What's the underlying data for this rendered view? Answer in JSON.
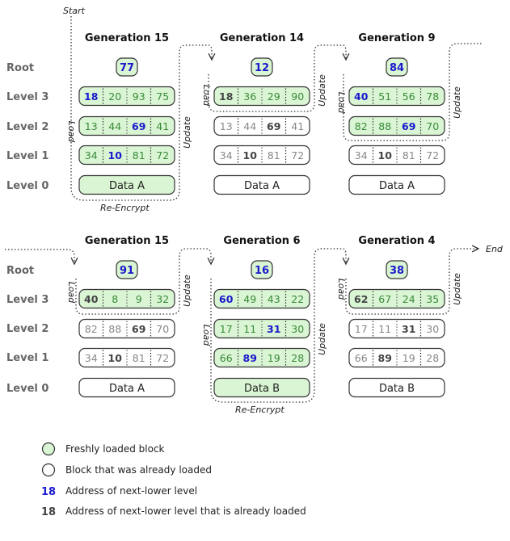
{
  "row_labels": [
    "Root",
    "Level 3",
    "Level 2",
    "Level 1",
    "Level 0"
  ],
  "annotations": {
    "start": "Start",
    "end": "End",
    "load": "Load",
    "update": "Update",
    "reencrypt": "Re-Encrypt"
  },
  "generations": [
    {
      "title": "Generation 15",
      "root": "77",
      "levels": [
        {
          "cells": [
            "18",
            "20",
            "93",
            "75"
          ],
          "addr": 0,
          "fresh": true
        },
        {
          "cells": [
            "13",
            "44",
            "69",
            "41"
          ],
          "addr": 2,
          "fresh": true
        },
        {
          "cells": [
            "34",
            "10",
            "81",
            "72"
          ],
          "addr": 1,
          "fresh": true
        }
      ],
      "data": "Data A",
      "data_fresh": true,
      "addr_type": "new"
    },
    {
      "title": "Generation 14",
      "root": "12",
      "levels": [
        {
          "cells": [
            "18",
            "36",
            "29",
            "90"
          ],
          "addr": 0,
          "fresh": true
        },
        {
          "cells": [
            "13",
            "44",
            "69",
            "41"
          ],
          "addr": 2,
          "fresh": false
        },
        {
          "cells": [
            "34",
            "10",
            "81",
            "72"
          ],
          "addr": 1,
          "fresh": false
        }
      ],
      "data": "Data A",
      "data_fresh": false,
      "addr_type": "old"
    },
    {
      "title": "Generation 9",
      "root": "84",
      "levels": [
        {
          "cells": [
            "40",
            "51",
            "56",
            "78"
          ],
          "addr": 0,
          "fresh": true
        },
        {
          "cells": [
            "82",
            "88",
            "69",
            "70"
          ],
          "addr": 2,
          "fresh": true
        },
        {
          "cells": [
            "34",
            "10",
            "81",
            "72"
          ],
          "addr": 1,
          "fresh": false
        }
      ],
      "data": "Data A",
      "data_fresh": false,
      "addr_type": "mixed"
    },
    {
      "title": "Generation 15",
      "root": "91",
      "levels": [
        {
          "cells": [
            "40",
            "8",
            "9",
            "32"
          ],
          "addr": 0,
          "fresh": true
        },
        {
          "cells": [
            "82",
            "88",
            "69",
            "70"
          ],
          "addr": 2,
          "fresh": false
        },
        {
          "cells": [
            "34",
            "10",
            "81",
            "72"
          ],
          "addr": 1,
          "fresh": false
        }
      ],
      "data": "Data A",
      "data_fresh": false,
      "addr_type": "old"
    },
    {
      "title": "Generation 6",
      "root": "16",
      "levels": [
        {
          "cells": [
            "60",
            "49",
            "43",
            "22"
          ],
          "addr": 0,
          "fresh": true
        },
        {
          "cells": [
            "17",
            "11",
            "31",
            "30"
          ],
          "addr": 2,
          "fresh": true
        },
        {
          "cells": [
            "66",
            "89",
            "19",
            "28"
          ],
          "addr": 1,
          "fresh": true
        }
      ],
      "data": "Data B",
      "data_fresh": true,
      "addr_type": "new"
    },
    {
      "title": "Generation 4",
      "root": "38",
      "levels": [
        {
          "cells": [
            "62",
            "67",
            "24",
            "35"
          ],
          "addr": 0,
          "fresh": true
        },
        {
          "cells": [
            "17",
            "11",
            "31",
            "30"
          ],
          "addr": 2,
          "fresh": false
        },
        {
          "cells": [
            "66",
            "89",
            "19",
            "28"
          ],
          "addr": 1,
          "fresh": false
        }
      ],
      "data": "Data B",
      "data_fresh": false,
      "addr_type": "old"
    }
  ],
  "legend": [
    {
      "kind": "fresh-block",
      "text": "Freshly loaded block"
    },
    {
      "kind": "loaded-block",
      "text": "Block that was already loaded"
    },
    {
      "kind": "addr-new",
      "symbol": "18",
      "text": "Address of next-lower level"
    },
    {
      "kind": "addr-old",
      "symbol": "18",
      "text": "Address of next-lower level that is already loaded"
    }
  ],
  "colors": {
    "fresh_fill": "#d9f5d3",
    "addr_new": "#1a1acc",
    "addr_old": "#444444",
    "border": "#333333"
  }
}
